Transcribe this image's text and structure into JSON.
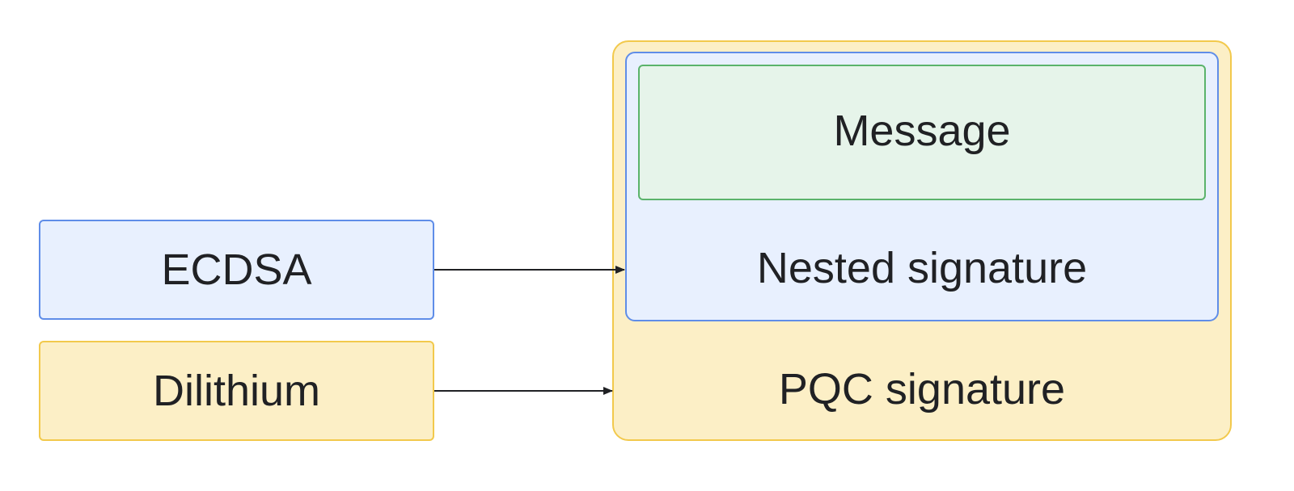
{
  "nodes": {
    "ecdsa": {
      "label": "ECDSA"
    },
    "dilithium": {
      "label": "Dilithium"
    },
    "pqc_signature": {
      "label": "PQC signature"
    },
    "nested_signature": {
      "label": "Nested signature"
    },
    "message": {
      "label": "Message"
    }
  },
  "edges": [
    {
      "from": "ECDSA",
      "to": "Nested signature"
    },
    {
      "from": "Dilithium",
      "to": "PQC signature"
    }
  ],
  "colors": {
    "blue_fill": "#e8f0fe",
    "blue_border": "#5f8de8",
    "yellow_fill": "#fcefc6",
    "yellow_border": "#f2c94c",
    "green_fill": "#e6f4ea",
    "green_border": "#5bb36b",
    "arrow": "#202124"
  }
}
